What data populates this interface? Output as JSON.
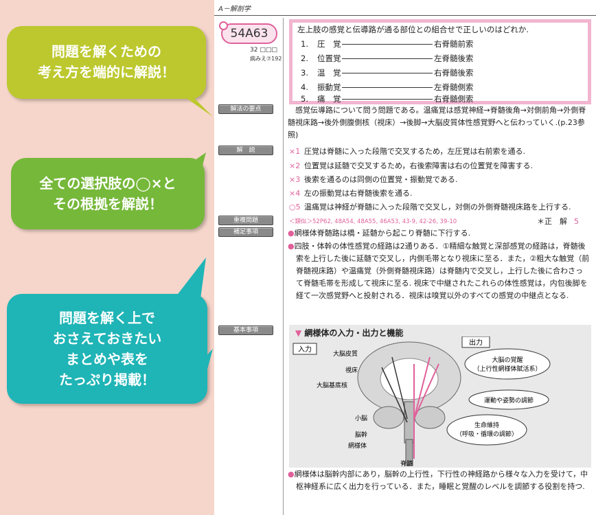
{
  "header": {
    "section": "A－解剖学"
  },
  "question": {
    "id": "54A63",
    "meta": "32 □□□",
    "ref": "病みえ⑦192",
    "stem": "左上肢の感覚と伝導路が通る部位との組合せで正しいのはどれか.",
    "options": [
      {
        "no": "1.",
        "sense": "圧　覚",
        "tract": "右脊髄前索"
      },
      {
        "no": "2.",
        "sense": "位置覚",
        "tract": "左脊髄後索"
      },
      {
        "no": "3.",
        "sense": "温　覚",
        "tract": "右脊髄後索"
      },
      {
        "no": "4.",
        "sense": "振動覚",
        "tract": "左脊髄側索"
      },
      {
        "no": "5.",
        "sense": "痛　覚",
        "tract": "右脊髄側索"
      }
    ]
  },
  "labels": {
    "key": "解法の要点",
    "explain": "解　説",
    "repeat": "重複問題",
    "supplement": "補足事項",
    "basic": "基本事項"
  },
  "key_text": "感覚伝導路について問う問題である。温痛覚は感覚神経→脊髄後角→対側前角→外側脊髄視床路→後外側腹側核（視床）→後脚→大脳皮質体性感覚野へと伝わっていく.(p.23参照)",
  "explanations": [
    {
      "mark": "×1",
      "text": "圧覚は脊髄に入った段階で交叉するため，左圧覚は右前索を通る."
    },
    {
      "mark": "×2",
      "text": "位置覚は延髄で交叉するため，右後索障害は右の位置覚を障害する."
    },
    {
      "mark": "×3",
      "text": "後索を通るのは同側の位置覚・振動覚である."
    },
    {
      "mark": "×4",
      "text": "左の振動覚は右脊髄後索を通る."
    },
    {
      "mark": "○5",
      "text": "温痛覚は神経が脊髄に入った段階で交叉し，対側の外側脊髄視床路を上行する."
    }
  ],
  "ruiken": "＜類似＞52P62, 48A54, 48A55, 46A53, 43-9, 42-26, 39-10",
  "answer": {
    "label": "＊正　解",
    "value": "5"
  },
  "supplement": [
    "網様体脊髄路は橋・延髄から起こり脊髄に下行する.",
    "四肢・体幹の体性感覚の経路は2通りある．①精細な触覚と深部感覚の経路は，脊髄後索を上行した後に延髄で交叉し，内側毛帯となり視床に至る．また，②粗大な触覚（前脊髄視床路）や温痛覚（外側脊髄視床路）は脊髄内で交叉し，上行した後に合わさって脊髄毛帯を形成して視床に至る. 視床で中継されたこれらの体性感覚は，内包後脚を経て一次感覚野へと投射される．視床は嗅覚以外のすべての感覚の中継点となる."
  ],
  "diagram": {
    "title": "網様体の入力・出力と機能",
    "input": "入力",
    "output": "出力",
    "left_labels": [
      "大脳皮質",
      "視床",
      "大脳基底核",
      "小脳",
      "脳幹",
      "網様体",
      "脊髄"
    ],
    "right_labels": [
      "大脳の覚醒",
      "（上行性網様体賦活系）",
      "運動や姿勢の調節",
      "生命維持",
      "（呼吸・循環の調節）"
    ]
  },
  "basic_text": "網様体は脳幹内部にあり，脳幹の上行性，下行性の神経路から様々な入力を受けて，中枢神経系に広く出力を行っている．また，睡眠と覚醒のレベルを調節する役割を持つ.",
  "callouts": [
    {
      "lines": [
        "問題を解くための",
        "考え方を端的に解説！"
      ]
    },
    {
      "lines": [
        "全ての選択肢の◯×と",
        "その根拠を解説！"
      ]
    },
    {
      "lines": [
        "問題を解く上で",
        "おさえておきたい",
        "まとめや表を",
        "たっぷり掲載！"
      ]
    }
  ],
  "colors": {
    "accent": "#e0609a",
    "background": "#f6d6cb",
    "callout1": "#bcc82e",
    "callout2": "#76b83a",
    "callout3": "#1fb4b6"
  }
}
